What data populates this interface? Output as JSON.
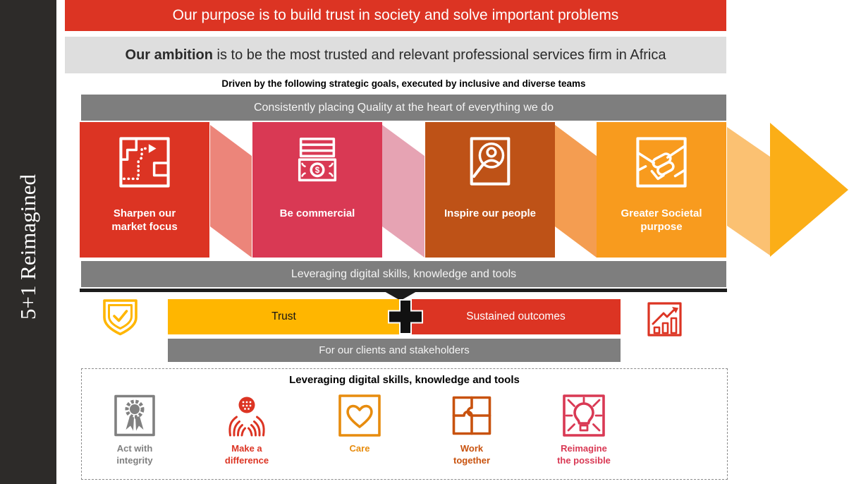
{
  "sidebar": {
    "title": "5+1 Reimagined"
  },
  "purpose": {
    "text": "Our purpose is to build trust in society and solve important problems"
  },
  "ambition": {
    "lead": "Our ambition",
    "rest": " is to be the most trusted and relevant professional services firm in Africa"
  },
  "driven": {
    "text": "Driven by the following strategic goals, executed by inclusive and diverse teams"
  },
  "bars": {
    "quality": "Consistently placing Quality at the heart of everything we do",
    "leveraging": "Leveraging digital skills, knowledge and tools",
    "clients": "For our clients and stakeholders"
  },
  "goals": [
    {
      "label": "Sharpen our\nmarket focus",
      "icon": "route-map-icon"
    },
    {
      "label": "Be commercial",
      "icon": "banknote-icon"
    },
    {
      "label": "Inspire our people",
      "icon": "person-magnifier-icon"
    },
    {
      "label": "Greater Societal\npurpose",
      "icon": "handshake-icon"
    }
  ],
  "outcomes": {
    "trust": "Trust",
    "plus": "+",
    "sustained": "Sustained outcomes",
    "left_icon": "shield-check-icon",
    "right_icon": "growth-chart-icon"
  },
  "values": {
    "header": "Leveraging digital skills, knowledge and tools",
    "items": [
      {
        "label": "Act with\nintegrity",
        "icon": "certificate-icon"
      },
      {
        "label": "Make a\ndifference",
        "icon": "hands-globe-icon"
      },
      {
        "label": "Care",
        "icon": "heart-icon"
      },
      {
        "label": "Work\ntogether",
        "icon": "puzzle-icon"
      },
      {
        "label": "Reimagine\nthe possible",
        "icon": "lightbulb-icon"
      }
    ]
  },
  "colors": {
    "sidebar-bg": "#2D2B29",
    "red": "#DC3423",
    "rose": "#D93954",
    "burnt": "#BE5217",
    "orange": "#F89B1E",
    "salmon": "#EC857A",
    "pink-light": "#E6A3B3",
    "orange-light": "#F49D51",
    "amber-light": "#FBC172",
    "amber": "#FBAE17",
    "yellow": "#FFB600",
    "gray-bar": "#7E7E7E",
    "gray-light": "#DEDEDE",
    "dark-line": "#1C1C1C",
    "text-dark": "#2B2B2B",
    "value-integrity": "#808080",
    "value-difference": "#DC3423",
    "value-care": "#E78C0E",
    "value-together": "#C8520E",
    "value-reimagine": "#D93954"
  }
}
